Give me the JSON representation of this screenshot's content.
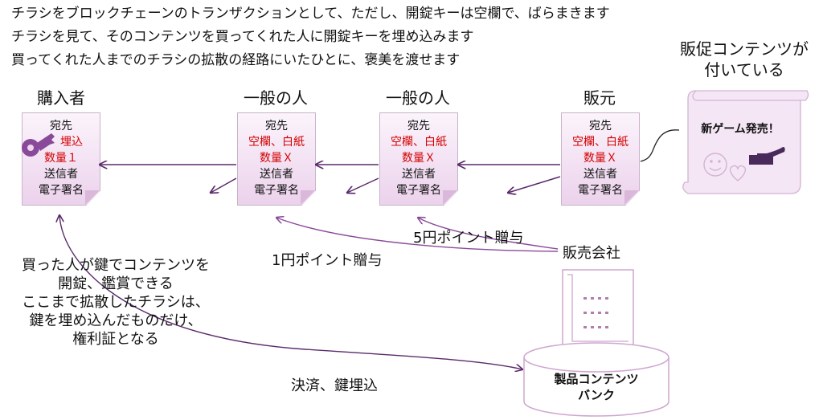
{
  "intro": {
    "line1": "チラシをブロックチェーンのトランザクションとして、ただし、開錠キーは空欄で、ばらまきます",
    "line2": "チラシを見て、そのコンテンツを買ってくれた人に開錠キーを埋め込みます",
    "line3": "買ってくれた人までのチラシの拡散の経路にいたひとに、褒美を渡せます"
  },
  "promo_title": "販促コンテンツが付いている",
  "promo_title_l1": "販促コンテンツが",
  "promo_title_l2": "付いている",
  "scroll_text": "新ゲーム発売！",
  "nodes": [
    {
      "title": "購入者",
      "l1": "宛先",
      "l2": "埋込",
      "l3": "数量１",
      "l4": "送信者",
      "l5": "電子署名"
    },
    {
      "title": "一般の人",
      "l1": "宛先",
      "l2": "空欄、白紙",
      "l3": "数量Ｘ",
      "l4": "送信者",
      "l5": "電子署名"
    },
    {
      "title": "一般の人",
      "l1": "宛先",
      "l2": "空欄、白紙",
      "l3": "数量Ｘ",
      "l4": "送信者",
      "l5": "電子署名"
    },
    {
      "title": "販元",
      "l1": "宛先",
      "l2": "空欄、白紙",
      "l3": "数量Ｘ",
      "l4": "送信者",
      "l5": "電子署名"
    }
  ],
  "labels": {
    "reward5": "5円ポイント贈与",
    "reward1": "1円ポイント贈与",
    "seller": "販売会社",
    "settle": "決済、鍵埋込",
    "bank_l1": "製品コンテンツ",
    "bank_l2": "バンク"
  },
  "explain": {
    "l1": "買った人が鍵でコンテンツを",
    "l2": "開錠、鑑賞できる",
    "l3": "ここまで拡散したチラシは、",
    "l4": "鍵を埋め込んだものだけ、",
    "l5": "権利証となる"
  },
  "colors": {
    "arrow": "#5a2a6a",
    "red_text": "#d40000",
    "doc_fill": "#efd6ef",
    "key": "#8a4a9a"
  }
}
